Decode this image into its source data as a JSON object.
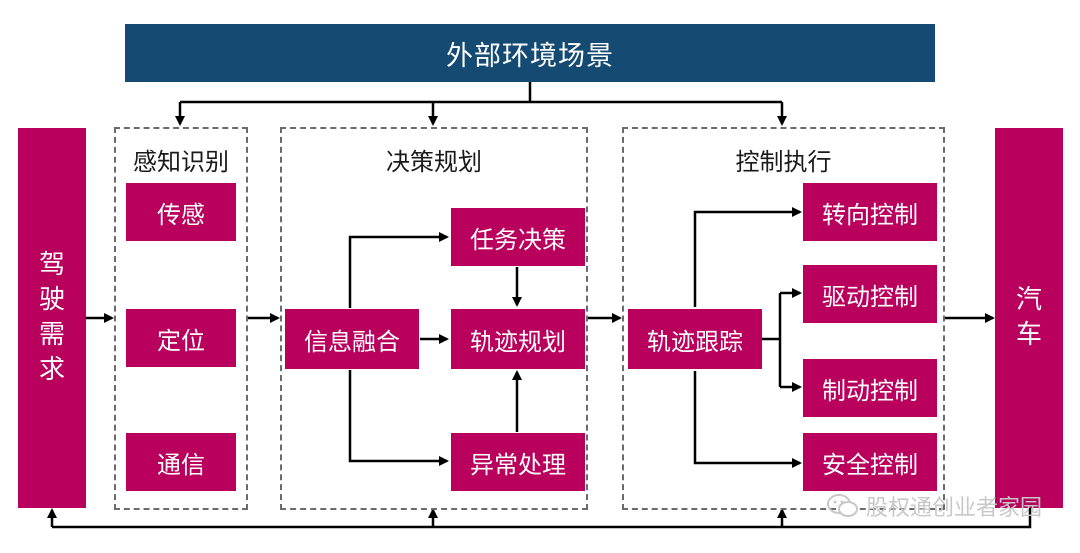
{
  "diagram": {
    "environment": "外部环境场景",
    "driving_demand": [
      "驾",
      "驶",
      "需",
      "求"
    ],
    "vehicle": [
      "汽",
      "车"
    ],
    "groups": {
      "perception": {
        "title": "感知识别",
        "items": [
          "传感",
          "定位",
          "通信"
        ]
      },
      "planning": {
        "title": "决策规划",
        "fusion": "信息融合",
        "task": "任务决策",
        "trajectory": "轨迹规划",
        "exception": "异常处理"
      },
      "control": {
        "title": "控制执行",
        "tracking": "轨迹跟踪",
        "items": [
          "转向控制",
          "驱动控制",
          "制动控制",
          "安全控制"
        ]
      }
    }
  },
  "watermark": "股权通创业者家园",
  "colors": {
    "banner": "#154a73",
    "box": "#b8005c",
    "dash": "#6b6b6b",
    "arrow": "#000000"
  }
}
